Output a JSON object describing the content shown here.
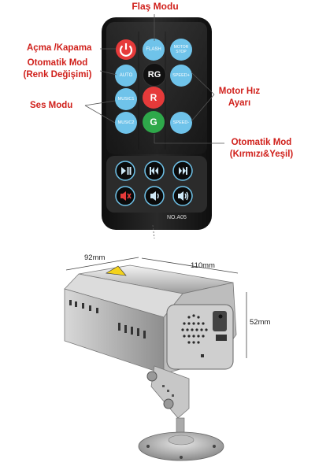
{
  "remote": {
    "model": "NO.A05",
    "buttons": {
      "flash": "FLASH",
      "auto": "AUTO",
      "music1": "MUSIC1",
      "music2": "MUSIC2",
      "rg": "RG",
      "r": "R",
      "g": "G",
      "motor_stop": "MOTOR STOP",
      "speed_plus": "SPEED+",
      "speed_minus": "SPEED-"
    }
  },
  "labels": {
    "flash_mode": "Flaş Modu",
    "power": "Açma /Kapama",
    "auto_mode_1": "Otomatik Mod",
    "auto_mode_2": "(Renk Değişimi)",
    "sound_mode": "Ses Modu",
    "motor_speed_1": "Motor Hız",
    "motor_speed_2": "Ayarı",
    "auto_rg_1": "Otomatik Mod",
    "auto_rg_2": "(Kırmızı&Yeşil)"
  },
  "dimensions": {
    "depth": "92mm",
    "width": "110mm",
    "height": "52mm"
  },
  "colors": {
    "label_red": "#d0201b",
    "remote_body": "#1c1c1c",
    "key_blue": "#6fc3ea",
    "key_red": "#e63a3a",
    "key_green": "#2ea84a"
  }
}
